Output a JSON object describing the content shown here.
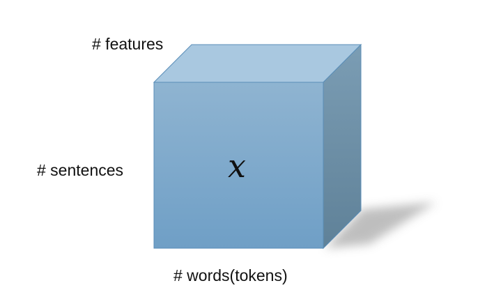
{
  "diagram": {
    "features_label": "# features",
    "sentences_label": "# sentences",
    "words_label": "# words(tokens)",
    "variable_label": "x"
  },
  "colors": {
    "front_face_top": "#8fb4d1",
    "front_face_bottom": "#6f9fc6",
    "top_face": "#a9c8e0",
    "side_face_top": "#7b9db4",
    "side_face_bottom": "#5f8198",
    "edge": "#5a8eb8",
    "shadow": "#b8b8b8"
  }
}
